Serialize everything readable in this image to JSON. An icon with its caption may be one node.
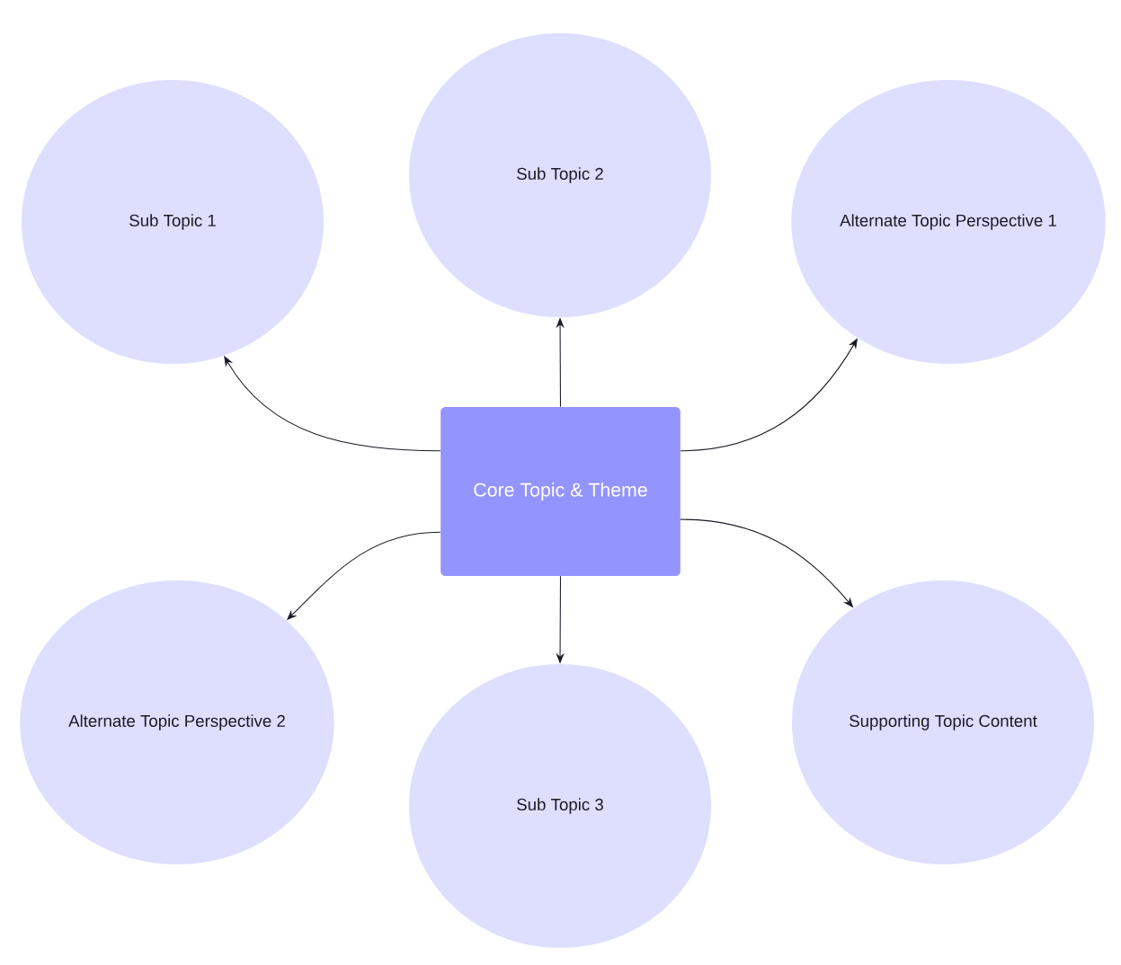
{
  "diagram": {
    "nodes": [
      {
        "text": [
          "Sub Topic 1"
        ]
      },
      {
        "text": [
          "Sub Topic 2"
        ]
      },
      {
        "text": [
          "Alternate Topic Perspective 1"
        ]
      },
      {
        "text": [
          "Core Topic & Theme"
        ]
      },
      {
        "text": [
          "Alternate Topic Perspective 2"
        ]
      },
      {
        "text": [
          "Sub Topic 3"
        ]
      },
      {
        "text": [
          "Supporting Topic Content"
        ]
      }
    ],
    "edges": [
      {
        "from": 3,
        "to": 0,
        "arrow": "to"
      },
      {
        "from": 3,
        "to": 1,
        "arrow": "to"
      },
      {
        "from": 3,
        "to": 2,
        "arrow": "to"
      },
      {
        "from": 3,
        "to": 4,
        "arrow": "to"
      },
      {
        "from": 3,
        "to": 5,
        "arrow": "to"
      },
      {
        "from": 3,
        "to": 6,
        "arrow": "to"
      }
    ]
  }
}
